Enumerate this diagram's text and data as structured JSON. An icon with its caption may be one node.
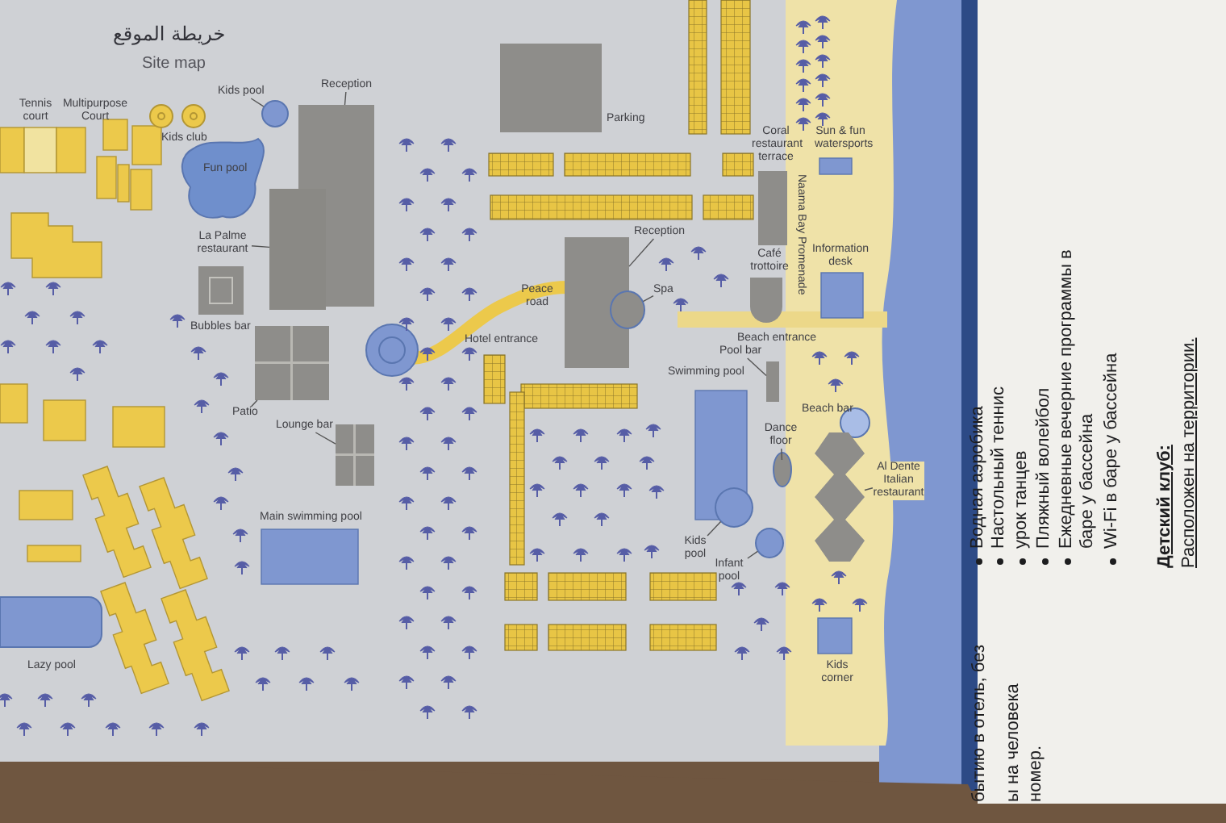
{
  "diagram": {
    "title": "خريطة الموقع",
    "nodes": [
      {
        "text": [
          "Kids pool"
        ]
      },
      {
        "text": [],
        "shape": "circle"
      },
      {
        "text": [
          "Reception"
        ]
      },
      {
        "text": [],
        "shape": "box"
      },
      {
        "text": [
          "La Palme restaurant"
        ]
      },
      {
        "text": [],
        "shape": "box"
      },
      {
        "text": [
          "Patio"
        ]
      },
      {
        "text": [],
        "shape": "box"
      },
      {
        "text": [
          "Lounge bar"
        ]
      },
      {
        "text": [],
        "shape": "box"
      },
      {
        "text": [
          "Reception"
        ]
      },
      {
        "text": [],
        "shape": "box"
      },
      {
        "text": [
          "Spa"
        ]
      },
      {
        "text": [],
        "shape": "circle"
      },
      {
        "text": [
          "Pool bar"
        ]
      },
      {
        "text": [],
        "shape": "box"
      },
      {
        "text": [
          "Kids pool"
        ]
      },
      {
        "text": [],
        "shape": "circle"
      },
      {
        "text": [
          "Infant pool"
        ]
      },
      {
        "text": [],
        "shape": "circle"
      },
      {
        "text": [
          "Dance floor"
        ]
      },
      {
        "text": [],
        "shape": "circle"
      },
      {
        "text": [
          "Al Dente Italian restaurant"
        ]
      },
      {
        "text": [],
        "shape": "box"
      }
    ],
    "edges": [
      {
        "from": 0,
        "to": 1,
        "arrow": "none"
      },
      {
        "from": 2,
        "to": 3,
        "arrow": "none"
      },
      {
        "from": 4,
        "to": 5,
        "arrow": "none"
      },
      {
        "from": 6,
        "to": 7,
        "arrow": "none"
      },
      {
        "from": 8,
        "to": 9,
        "arrow": "none"
      },
      {
        "from": 10,
        "to": 11,
        "arrow": "none"
      },
      {
        "from": 12,
        "to": 13,
        "arrow": "none"
      },
      {
        "from": 14,
        "to": 15,
        "arrow": "none"
      },
      {
        "from": 16,
        "to": 17,
        "arrow": "none"
      },
      {
        "from": 18,
        "to": 19,
        "arrow": "none"
      },
      {
        "from": 20,
        "to": 21,
        "arrow": "none"
      },
      {
        "from": 22,
        "to": 23,
        "arrow": "none"
      }
    ],
    "labels": [
      "Site map",
      "Tennis court",
      "Multipurpose Court",
      "Kids club",
      "Fun pool",
      "Bubbles bar",
      "Hotel entrance",
      "Peace road",
      "Main swimming pool",
      "Lazy pool",
      "Parking",
      "Coral restaurant terrace",
      "Café trottoire",
      "Sun & fun watersports",
      "Information desk",
      "Naama Bay Promenade",
      "Beach entrance",
      "Swimming pool",
      "Beach bar",
      "Kids corner",
      "Водная аэробика",
      "Настольный теннис",
      "урок танцев",
      "Пляжный волейбол",
      "Ежедневные вечерние программы в баре у бассейна",
      "Wi-Fi в баре у бассейна",
      "бытию в отель, без",
      "ы на человека",
      "номер.",
      "Детский клуб:",
      "Расположен на территории."
    ]
  }
}
